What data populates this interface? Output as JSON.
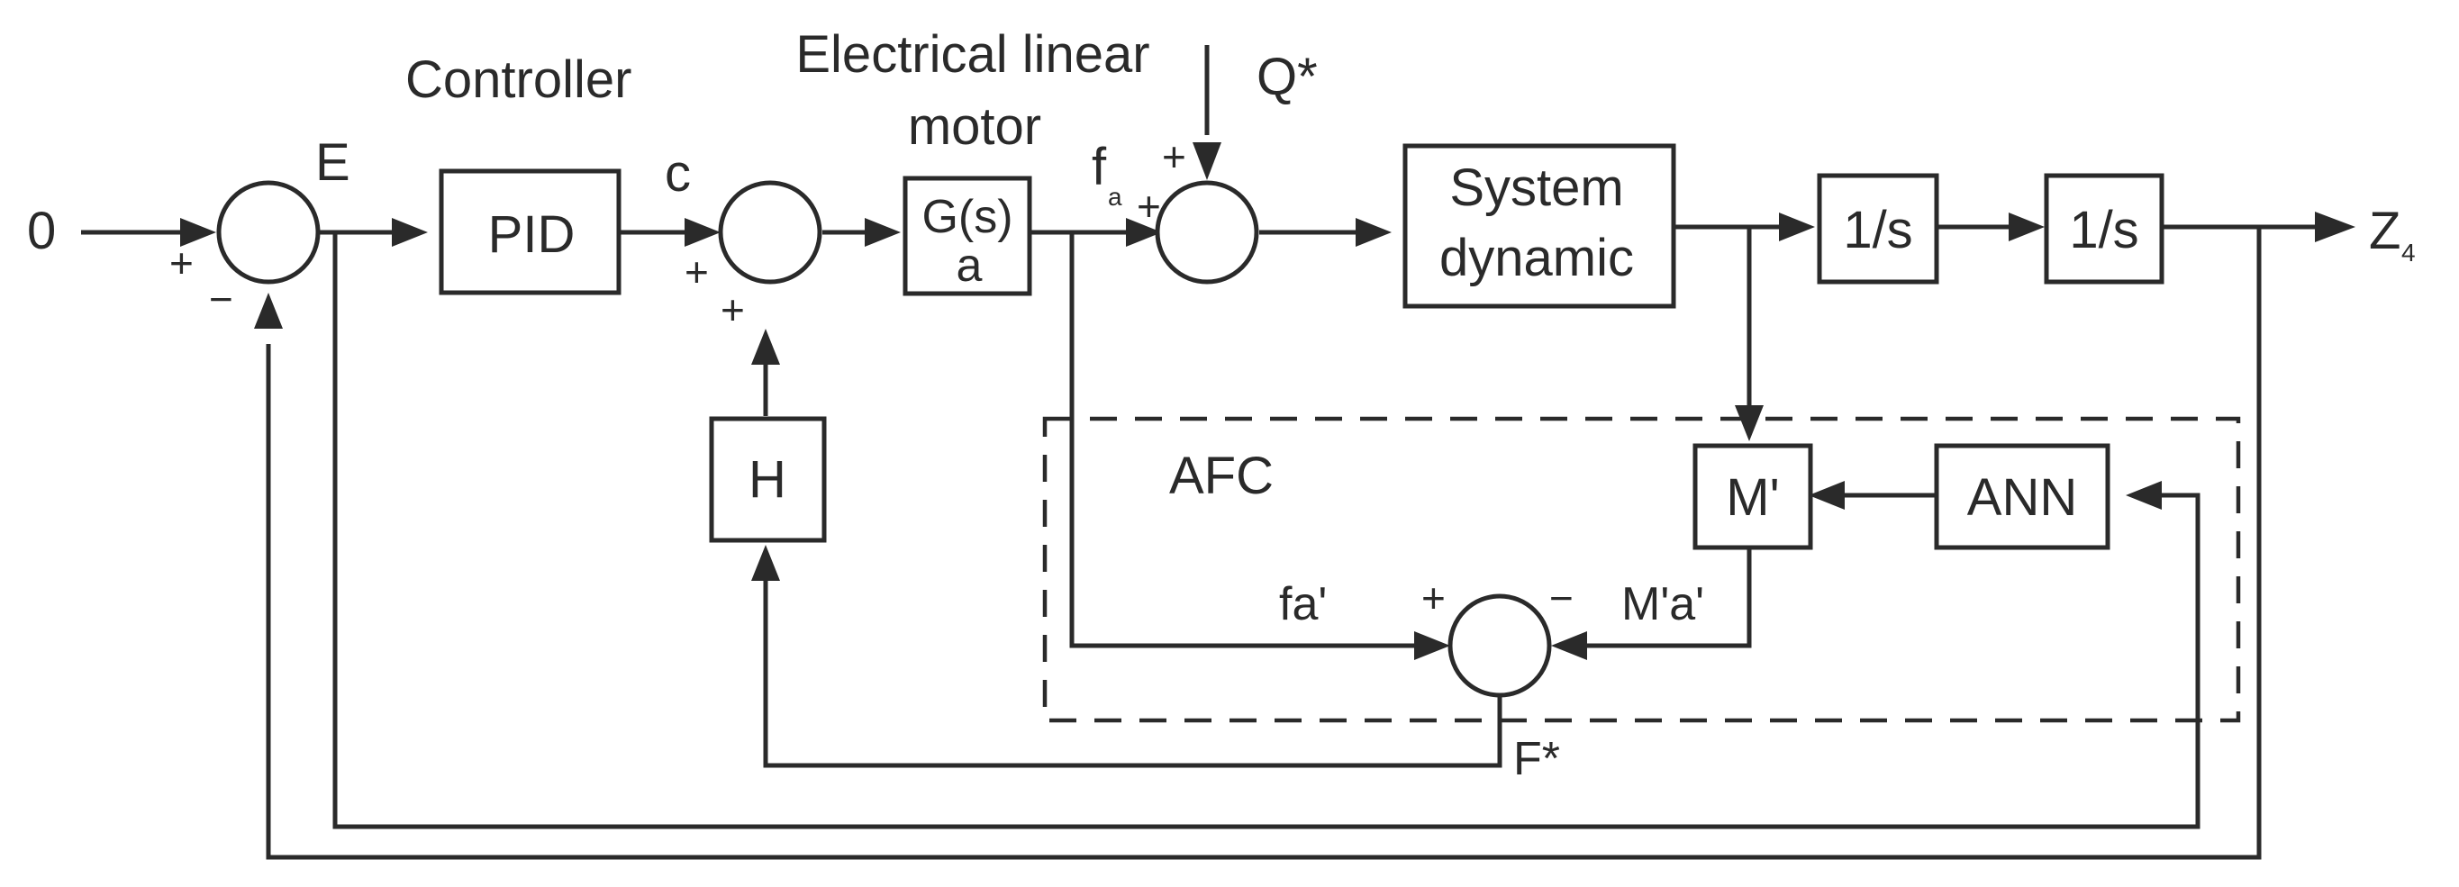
{
  "labels": {
    "input_zero": "0",
    "controller": "Controller",
    "motor_line1": "Electrical linear",
    "motor_line2": "motor",
    "error": "E",
    "control": "c",
    "fa_main": "f",
    "fa_sub": "a",
    "disturbance": "Q*",
    "output_main": "Z",
    "output_sub": "4",
    "afc": "AFC",
    "fa_prime": "fa'",
    "ma_prime": "M'a'",
    "f_star": "F*"
  },
  "blocks": {
    "pid": "PID",
    "gs_line1": "G(s)",
    "gs_line2": "a",
    "sys_line1": "System",
    "sys_line2": "dynamic",
    "int1": "1/s",
    "int2": "1/s",
    "h": "H",
    "m": "M'",
    "ann": "ANN"
  },
  "signs": {
    "sum1_plus": "+",
    "sum1_minus": "−",
    "sum2_plus_left": "+",
    "sum2_plus_bottom": "+",
    "sum3_plus_top": "+",
    "sum3_plus_left": "+",
    "sum4_plus": "+",
    "sum4_minus": "−"
  }
}
